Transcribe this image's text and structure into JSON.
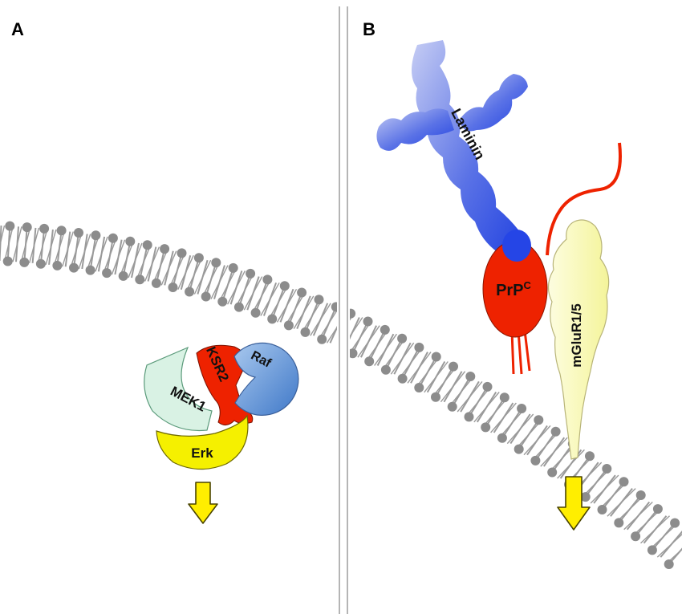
{
  "panels": [
    {
      "label": "A"
    },
    {
      "label": "B"
    }
  ],
  "panel_a": {
    "proteins": {
      "mek1": "MEK1",
      "ksr2": "KSR2",
      "raf": "Raf",
      "erk": "Erk"
    }
  },
  "panel_b": {
    "proteins": {
      "laminin": "Laminin",
      "prpc_base": "PrP",
      "prpc_sup": "C",
      "mglur": "mGluR1/5"
    }
  },
  "colors": {
    "membrane_head": "#8c8c8c",
    "membrane_tail": "#9a9a9a",
    "mek1": "#d9f2e4",
    "ksr2": "#ee2200",
    "raf": "#6a9ad8",
    "erk": "#f5f000",
    "laminin": "#3355dd",
    "prpc": "#ee2200",
    "mglur": "#fafab0",
    "arrow": "#ffee00",
    "divider": "#b0b0b0"
  },
  "icons": {
    "signal_arrow": "down-arrow-icon"
  }
}
